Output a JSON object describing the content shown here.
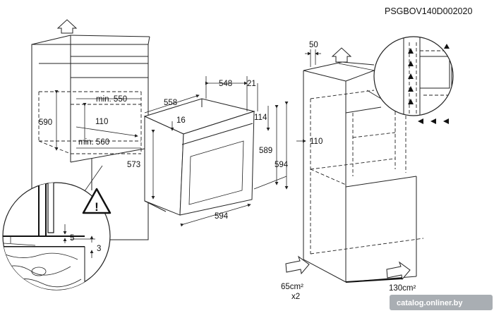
{
  "diagram_code": "PSGBOV140D002020",
  "watermark": "catalog.onliner.by",
  "dimensions": {
    "d550": "min. 550",
    "d590": "590",
    "d110_left": "110",
    "d560": "min. 560",
    "d558": "558",
    "d548": "548",
    "d21": "21",
    "d16": "16",
    "d114": "114",
    "d573": "573",
    "d589": "589",
    "d594_h": "594",
    "d594_w": "594",
    "d5": "5",
    "d3": "3",
    "d50": "50",
    "d110_right": "110"
  },
  "vent": {
    "left_area": "65cm²",
    "left_count": "x2",
    "right_area": "130cm²"
  },
  "warning_symbol": "!"
}
